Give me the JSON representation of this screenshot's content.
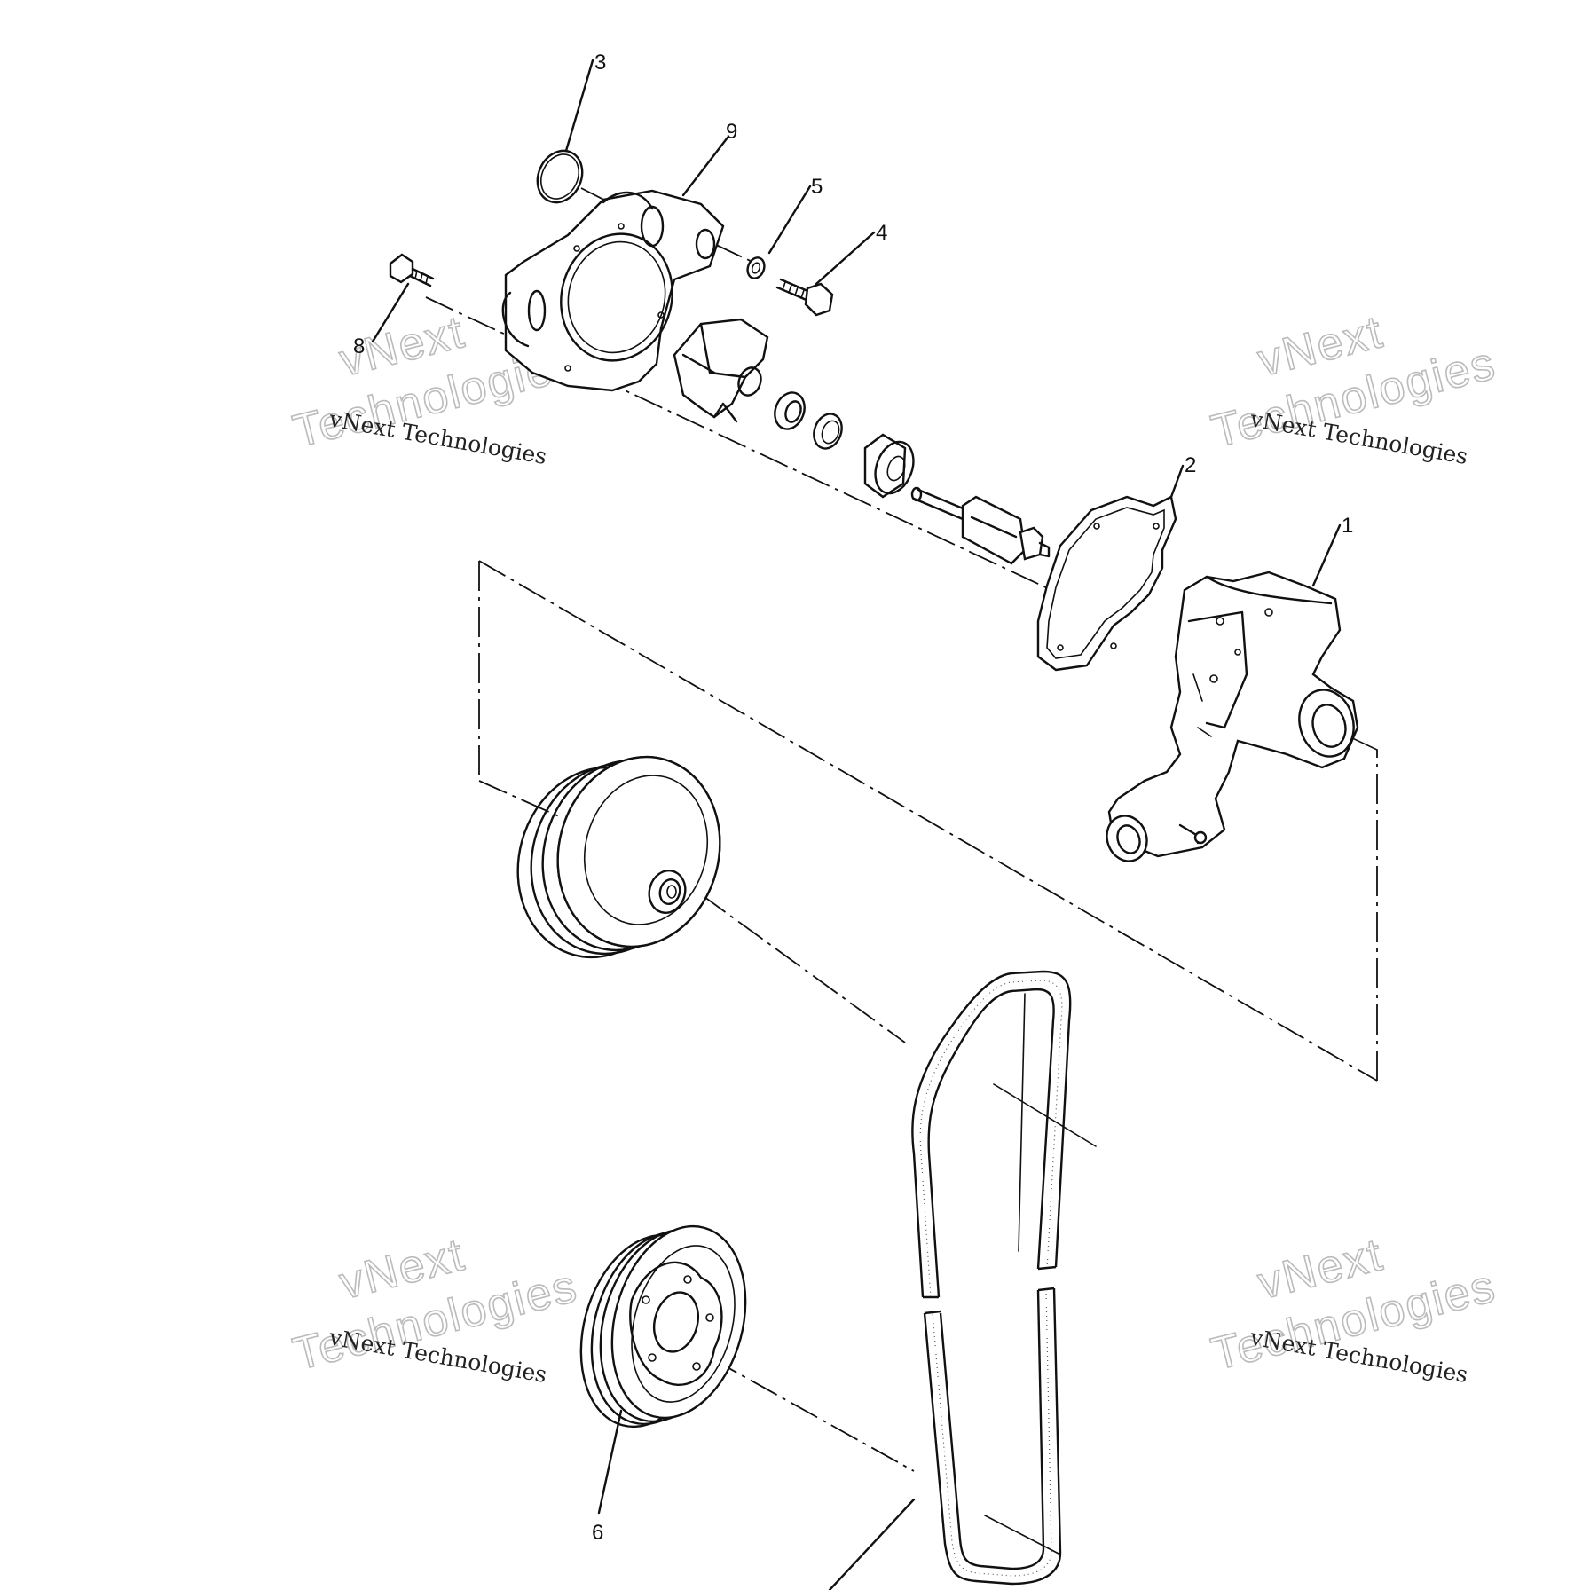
{
  "diagram": {
    "callouts": {
      "c1": "1",
      "c2": "2",
      "c3": "3",
      "c4": "4",
      "c5": "5",
      "c6": "6",
      "c8": "8",
      "c9": "9"
    },
    "watermarks": {
      "line": "vNext Technologies",
      "big_top": "vNext",
      "big_bottom": "Technologies"
    }
  }
}
